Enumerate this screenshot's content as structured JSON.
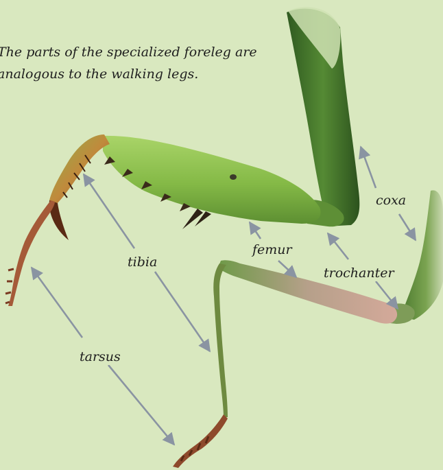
{
  "caption": {
    "line1": "The parts of the specialized foreleg are",
    "line2": "analogous to the walking legs."
  },
  "labels": {
    "coxa": "coxa",
    "femur": "femur",
    "trochanter": "trochanter",
    "tibia": "tibia",
    "tarsus": "tarsus"
  },
  "colors": {
    "background": "#d9e8bf",
    "arrow": "#8a94a2",
    "leg_green": "#7fae3e",
    "leg_dark_green": "#3d6a26",
    "leg_brown": "#a0563a",
    "leg_pink": "#c79a85"
  }
}
